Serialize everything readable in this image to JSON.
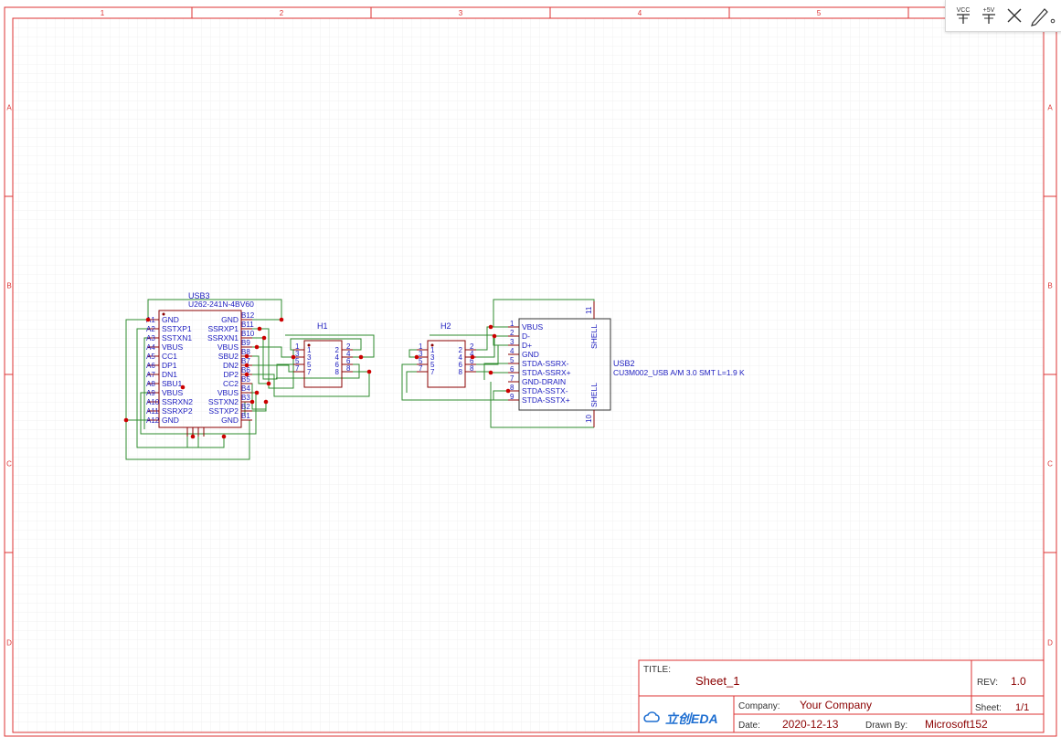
{
  "frame": {
    "columns": [
      "1",
      "2",
      "3",
      "4",
      "5"
    ],
    "rows": [
      "A",
      "B",
      "C",
      "D"
    ]
  },
  "toolbar": {
    "vcc_label": "VCC",
    "plus5v_label": "+5V",
    "icons": [
      "vcc-icon",
      "plus5v-icon",
      "no-connect-icon",
      "wire-icon"
    ]
  },
  "colors": {
    "frame": "#dd3333",
    "wire": "#2e8b2e",
    "symbol": "#8b0000",
    "pin_text": "#2020c0",
    "junction": "#cc0000",
    "grid": "#eeeeee"
  },
  "usb3": {
    "designator": "USB3",
    "value": "U262-241N-4BV60",
    "left_pins": [
      {
        "num": "A1",
        "name": "GND"
      },
      {
        "num": "A2",
        "name": "SSTXP1"
      },
      {
        "num": "A3",
        "name": "SSTXN1"
      },
      {
        "num": "A4",
        "name": "VBUS"
      },
      {
        "num": "A5",
        "name": "CC1"
      },
      {
        "num": "A6",
        "name": "DP1"
      },
      {
        "num": "A7",
        "name": "DN1"
      },
      {
        "num": "A8",
        "name": "SBU1"
      },
      {
        "num": "A9",
        "name": "VBUS"
      },
      {
        "num": "A10",
        "name": "SSRXN2"
      },
      {
        "num": "A11",
        "name": "SSRXP2"
      },
      {
        "num": "A12",
        "name": "GND"
      }
    ],
    "right_pins": [
      {
        "num": "B12",
        "name": "GND"
      },
      {
        "num": "B11",
        "name": "SSRXP1"
      },
      {
        "num": "B10",
        "name": "SSRXN1"
      },
      {
        "num": "B9",
        "name": "VBUS"
      },
      {
        "num": "B8",
        "name": "SBU2"
      },
      {
        "num": "B7",
        "name": "DN2"
      },
      {
        "num": "B6",
        "name": "DP2"
      },
      {
        "num": "B5",
        "name": "CC2"
      },
      {
        "num": "B4",
        "name": "VBUS"
      },
      {
        "num": "B3",
        "name": "SSTXN2"
      },
      {
        "num": "B2",
        "name": "SSTXP2"
      },
      {
        "num": "B1",
        "name": "GND"
      }
    ]
  },
  "h1": {
    "designator": "H1",
    "left_pins": [
      "1",
      "3",
      "5",
      "7"
    ],
    "right_pins": [
      "2",
      "4",
      "6",
      "8"
    ]
  },
  "h2": {
    "designator": "H2",
    "left_pins": [
      "1",
      "3",
      "5",
      "7"
    ],
    "right_pins": [
      "2",
      "4",
      "6",
      "8"
    ]
  },
  "usb2": {
    "designator": "USB2",
    "value": "CU3M002_USB A/M 3.0 SMT L=1.9 K",
    "pins": [
      {
        "num": "1",
        "name": "VBUS"
      },
      {
        "num": "2",
        "name": "D-"
      },
      {
        "num": "3",
        "name": "D+"
      },
      {
        "num": "4",
        "name": "GND"
      },
      {
        "num": "5",
        "name": "STDA-SSRX-"
      },
      {
        "num": "6",
        "name": "STDA-SSRX+"
      },
      {
        "num": "7",
        "name": "GND-DRAIN"
      },
      {
        "num": "8",
        "name": "STDA-SSTX-"
      },
      {
        "num": "9",
        "name": "STDA-SSTX+"
      }
    ],
    "shell_pins": [
      {
        "num": "11",
        "name": "SHELL"
      },
      {
        "num": "10",
        "name": "SHELL"
      }
    ]
  },
  "title_block": {
    "title_label": "TITLE:",
    "title_value": "Sheet_1",
    "rev_label": "REV:",
    "rev_value": "1.0",
    "company_label": "Company:",
    "company_value": "Your Company",
    "sheet_label": "Sheet:",
    "sheet_value": "1/1",
    "date_label": "Date:",
    "date_value": "2020-12-13",
    "drawn_label": "Drawn By:",
    "drawn_value": "Microsoft152",
    "logo_text": "立创EDA"
  }
}
